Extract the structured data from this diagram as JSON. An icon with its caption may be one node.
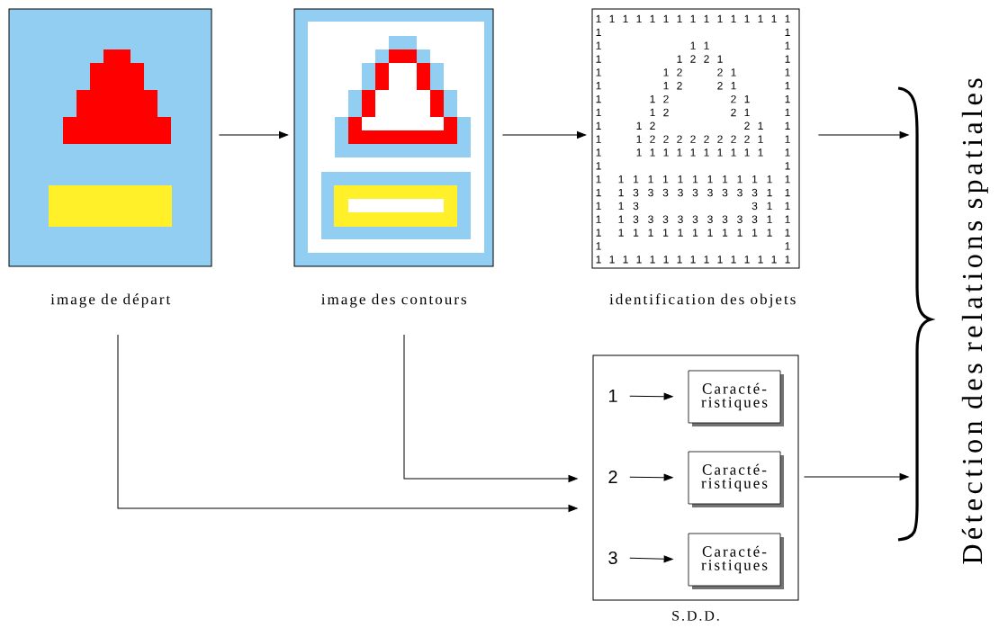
{
  "diagram": {
    "nodes": [
      {
        "text": [
          "image de départ"
        ]
      },
      {
        "text": [
          "image des contours"
        ]
      },
      {
        "text": [
          "identification des objets"
        ]
      },
      {
        "text": [
          "S.D.D."
        ]
      },
      {
        "text": [
          "1"
        ],
        "in": 3
      },
      {
        "text": [
          "Caracté- ristiques"
        ],
        "in": 3
      },
      {
        "text": [
          "2"
        ],
        "in": 3
      },
      {
        "text": [
          "Caracté- ristiques"
        ],
        "in": 3
      },
      {
        "text": [
          "3"
        ],
        "in": 3
      },
      {
        "text": [
          "Caracté- ristiques"
        ],
        "in": 3
      },
      {
        "text": [
          "Détection des relations spatiales"
        ]
      }
    ],
    "edges": [
      {
        "from": 0,
        "to": 1,
        "arrow": "to"
      },
      {
        "from": 1,
        "to": 2,
        "arrow": "to"
      },
      {
        "from": 2,
        "to": 10,
        "arrow": "to"
      },
      {
        "from": 0,
        "to": 3,
        "arrow": "to"
      },
      {
        "from": 1,
        "to": 3,
        "arrow": "to"
      },
      {
        "from": 3,
        "to": 10,
        "arrow": "to"
      },
      {
        "from": 4,
        "to": 5,
        "arrow": "to"
      },
      {
        "from": 6,
        "to": 7,
        "arrow": "to"
      },
      {
        "from": 8,
        "to": 9,
        "arrow": "to"
      }
    ],
    "labels": [
      "1",
      "1",
      "1",
      "1",
      "1",
      "1",
      "1",
      "1",
      "1",
      "1",
      "1",
      "1",
      "1",
      "1",
      "1",
      "1",
      "1",
      "1",
      "1",
      "1",
      "1",
      "1",
      "1",
      "2",
      "2",
      "1",
      "1",
      "1",
      "1",
      "2",
      "2",
      "1",
      "1",
      "1",
      "1",
      "2",
      "2",
      "1",
      "1",
      "1",
      "1",
      "2",
      "2",
      "1",
      "1",
      "1",
      "1",
      "2",
      "2",
      "1",
      "1",
      "1",
      "1",
      "2",
      "2",
      "1",
      "1",
      "1",
      "1",
      "2",
      "2",
      "2",
      "2",
      "2",
      "2",
      "2",
      "2",
      "1",
      "1",
      "1",
      "1",
      "1",
      "1",
      "1",
      "1",
      "1",
      "1",
      "1",
      "1",
      "1",
      "1",
      "1",
      "1",
      "1",
      "1",
      "1",
      "1",
      "1",
      "1",
      "1",
      "1",
      "1",
      "1",
      "1",
      "1",
      "1",
      "1",
      "1",
      "3",
      "3",
      "3",
      "3",
      "3",
      "3",
      "3",
      "3",
      "3",
      "1",
      "1",
      "1",
      "1",
      "3",
      "3",
      "1",
      "1",
      "1",
      "1",
      "3",
      "3",
      "3",
      "3",
      "3",
      "3",
      "3",
      "3",
      "3",
      "1",
      "1",
      "1",
      "1",
      "1",
      "1",
      "1",
      "1",
      "1",
      "1",
      "1",
      "1",
      "1",
      "1",
      "1",
      "1",
      "1",
      "1",
      "1",
      "1",
      "1",
      "1",
      "1",
      "1",
      "1",
      "1",
      "1",
      "1",
      "1",
      "1",
      "1",
      "1"
    ]
  }
}
